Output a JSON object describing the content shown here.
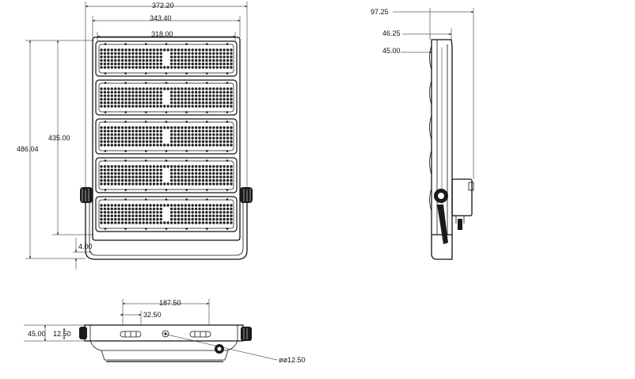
{
  "front_view": {
    "dims": {
      "overall_width": "372.20",
      "mid_width": "343.40",
      "module_width": "318.00",
      "overall_height": "486.04",
      "module_height": "435.00",
      "bottom_offset": "4.00"
    },
    "module_count": 5
  },
  "side_view": {
    "dims": {
      "depth_total": "97.25",
      "depth_mid": "46.25",
      "depth_body": "45.00"
    }
  },
  "bottom_view": {
    "dims": {
      "bracket_span": "187.50",
      "slot_width": "32.50",
      "height": "45.00",
      "inner_height": "12.50",
      "hole_diameter": "øø12.50"
    }
  }
}
